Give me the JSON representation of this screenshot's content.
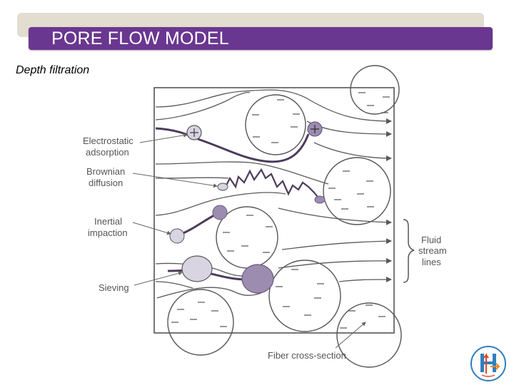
{
  "slide": {
    "title": "PORE FLOW MODEL",
    "subtitle": "Depth filtration"
  },
  "diagram": {
    "labels": {
      "electrostatic_1": "Electrostatic",
      "electrostatic_2": "adsorption",
      "brownian_1": "Brownian",
      "brownian_2": "diffusion",
      "inertial_1": "Inertial",
      "inertial_2": "impaction",
      "sieving": "Sieving",
      "fluid_1": "Fluid",
      "fluid_2": "stream",
      "fluid_3": "lines",
      "fiber": "Fiber cross-section"
    },
    "colors": {
      "particle_light": "#d8d4e2",
      "particle_dark": "#9c8cb0",
      "particle_dark_stroke": "#6d5b80",
      "path": "#4e3b5c",
      "stream": "#5a5a5a"
    }
  },
  "logo": {
    "icon": "university-logo-icon"
  }
}
